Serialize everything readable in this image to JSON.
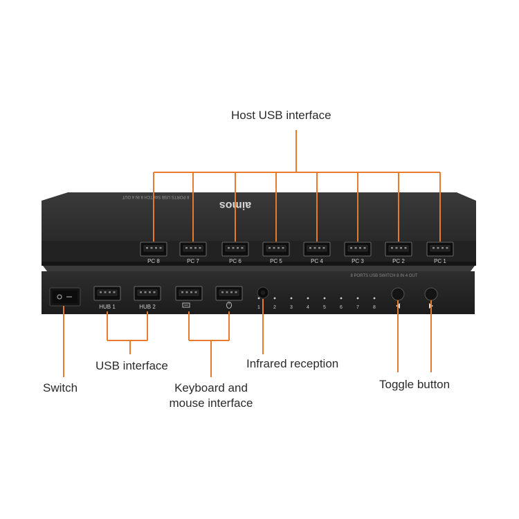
{
  "callouts": {
    "host_usb": "Host USB interface",
    "usb_interface": "USB interface",
    "switch": "Switch",
    "keyboard_mouse_line1": "Keyboard and",
    "keyboard_mouse_line2": "mouse interface",
    "infrared": "Infrared reception",
    "toggle": "Toggle button"
  },
  "device_top": {
    "brand": "aimos",
    "model_text": "8 PORTS USB SWITCH 8 IN 4 OUT",
    "ports": [
      "PC 8",
      "PC 7",
      "PC 6",
      "PC 5",
      "PC 4",
      "PC 3",
      "PC 2",
      "PC 1"
    ]
  },
  "device_front": {
    "model_text": "8 PORTS USB SWITCH 8 IN 4 OUT",
    "hub_ports": [
      "HUB 1",
      "HUB 2"
    ],
    "indicators": [
      "1",
      "2",
      "3",
      "4",
      "5",
      "6",
      "7",
      "8"
    ]
  },
  "colors": {
    "callout_line": "#e87a2c",
    "device_body": "#2c2c2c",
    "brand_accent": "#7ab648"
  },
  "icons": {
    "keyboard": "keyboard-icon",
    "mouse": "mouse-icon",
    "power": "power-icon",
    "arrow_left": "arrow-left-icon",
    "arrow_right": "arrow-right-icon"
  }
}
